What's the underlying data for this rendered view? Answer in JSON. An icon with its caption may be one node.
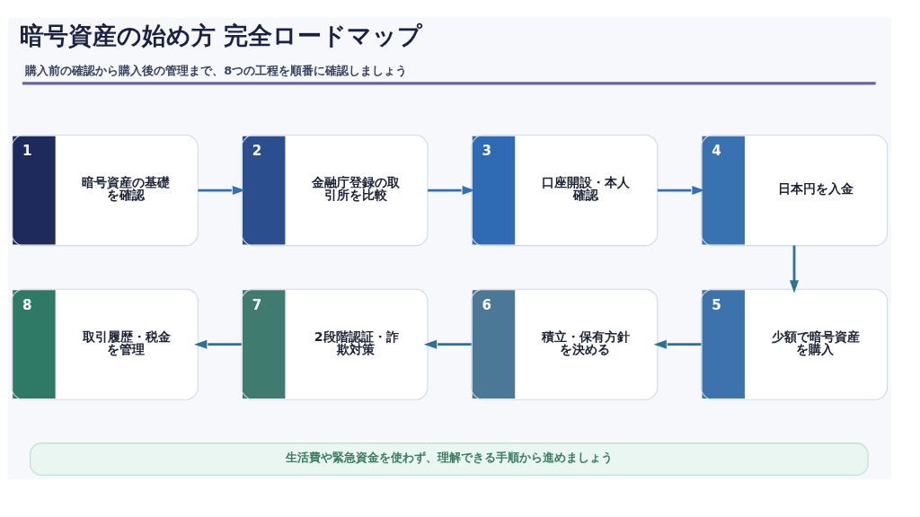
{
  "diagram": {
    "title": "暗号資産の始め方 完全ロードマップ",
    "nodes": [
      {
        "text": [
          "1",
          "暗号資産の基礎を確認"
        ]
      },
      {
        "text": [
          "2",
          "金融庁登録の取引所を比較"
        ]
      },
      {
        "text": [
          "3",
          "口座開設・本人確認"
        ]
      },
      {
        "text": [
          "4",
          "日本円を入金"
        ]
      },
      {
        "text": [
          "5",
          "少額で暗号資産を購入"
        ]
      },
      {
        "text": [
          "6",
          "積立・保有方針を決める"
        ]
      },
      {
        "text": [
          "7",
          "2段階認証・詐欺対策"
        ]
      },
      {
        "text": [
          "8",
          "取引履歴・税金を管理"
        ]
      },
      {
        "text": [
          "生活費や緊急資金を使わず、理解できる手順から進めましょう"
        ]
      }
    ],
    "edges": [
      {
        "from": 0,
        "to": 1,
        "arrow": "to",
        "color": "#3270b5"
      },
      {
        "from": 1,
        "to": 2,
        "arrow": "to",
        "color": "#3270b5"
      },
      {
        "from": 2,
        "to": 3,
        "arrow": "to",
        "color": "#3270b5"
      },
      {
        "from": 3,
        "to": 4,
        "arrow": "to"
      },
      {
        "from": 4,
        "to": 5,
        "arrow": "to"
      },
      {
        "from": 5,
        "to": 6,
        "arrow": "to"
      },
      {
        "from": 6,
        "to": 7,
        "arrow": "to"
      }
    ],
    "labels": [
      "購入前の確認から購入後の管理まで、8つの工程を順番に確認しましょう"
    ]
  }
}
